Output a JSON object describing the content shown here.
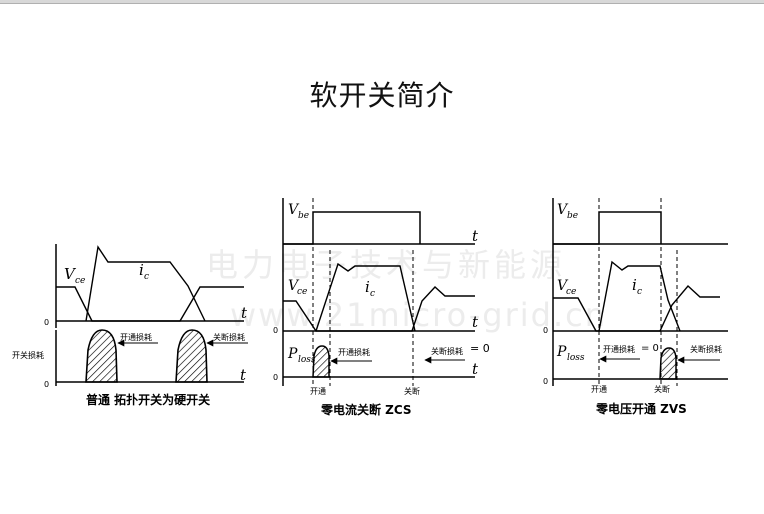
{
  "slide": {
    "title": "软开关简介",
    "watermark": "电力电子技术与新能源",
    "watermark_url": "www.21micro-grid.cn"
  },
  "diagrams": {
    "hard": {
      "vce": "V",
      "vce_sub": "ce",
      "ic": "i",
      "ic_sub": "c",
      "t_top": "t",
      "t_bottom": "t",
      "zero1": "0",
      "zero2": "0",
      "loss_axis": "开关损耗",
      "on_loss": "开通损耗",
      "off_loss": "关断损耗",
      "caption": "普通 拓扑开关为硬开关"
    },
    "zcs": {
      "vbe": "V",
      "vbe_sub": "be",
      "vce": "V",
      "vce_sub": "ce",
      "ic": "i",
      "ic_sub": "c",
      "ploss": "P",
      "ploss_sub": "loss",
      "t1": "t",
      "t2": "t",
      "t3": "t",
      "zero1": "0",
      "zero2": "0",
      "on_loss": "开通损耗",
      "off_loss": "关断损耗",
      "off_eq": "= 0",
      "turn_on": "开通",
      "turn_off": "关断",
      "caption": "零电流关断 ZCS"
    },
    "zvs": {
      "vbe": "V",
      "vbe_sub": "be",
      "vce": "V",
      "vce_sub": "ce",
      "ic": "i",
      "ic_sub": "c",
      "ploss": "P",
      "ploss_sub": "loss",
      "zero1": "0",
      "zero2": "0",
      "on_loss": "开通损耗",
      "on_eq": "= 0",
      "off_loss": "关断损耗",
      "turn_on": "开通",
      "turn_off": "关断",
      "caption": "零电压开通 ZVS"
    }
  }
}
